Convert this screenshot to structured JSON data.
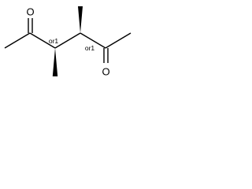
{
  "molecule": {
    "atoms": {
      "oxygen_left": "O",
      "oxygen_right": "O"
    },
    "stereo_labels": {
      "left_center": "or1",
      "right_center": "or1"
    }
  }
}
